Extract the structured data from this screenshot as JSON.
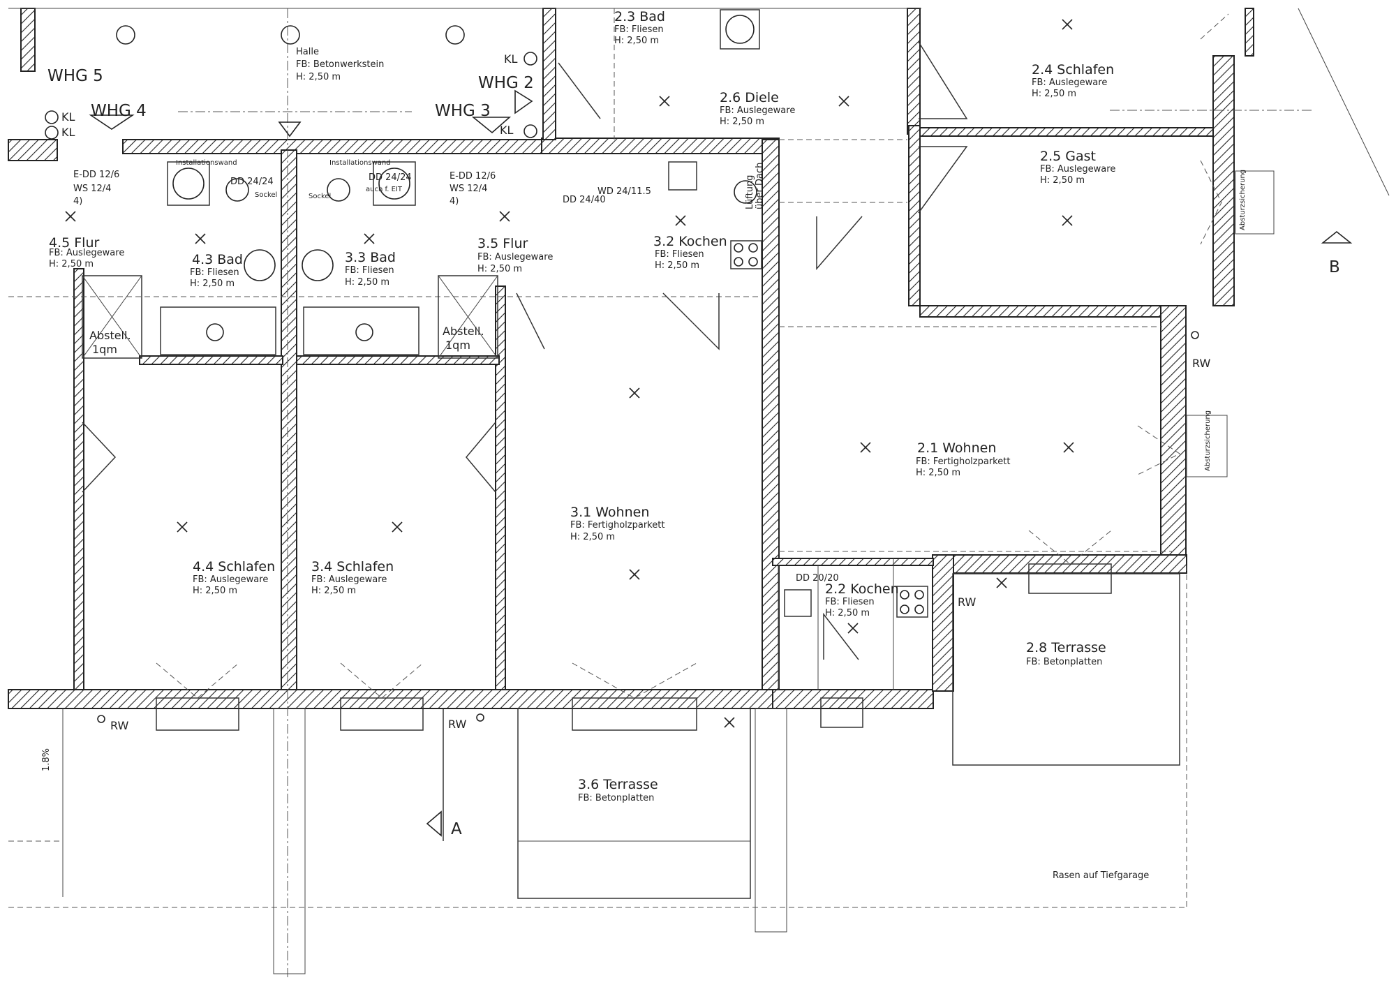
{
  "apartments": {
    "whg5": "WHG 5",
    "whg4": "WHG 4",
    "whg3": "WHG 3",
    "whg2": "WHG 2"
  },
  "rooms": {
    "halle": {
      "name": "Halle",
      "fb": "FB:  Betonwerkstein",
      "h": "H:   2,50 m"
    },
    "r23": {
      "name": "2.3 Bad",
      "fb": "FB: Fliesen",
      "h": "H:   2,50 m"
    },
    "r26": {
      "name": "2.6 Diele",
      "fb": "FB:  Auslegeware",
      "h": "H:    2,50 m"
    },
    "r24": {
      "name": "2.4 Schlafen",
      "fb": "FB:  Auslegeware",
      "h": "H:    2,50 m"
    },
    "r25": {
      "name": "2.5 Gast",
      "fb": "FB:  Auslegeware",
      "h": "H:    2,50 m"
    },
    "r45": {
      "name": "4.5 Flur",
      "fb": "FB:  Auslegeware",
      "h": "H:   2,50 m"
    },
    "r43": {
      "name": "4.3 Bad",
      "fb": "FB:  Fliesen",
      "h": "H:   2,50 m"
    },
    "r33": {
      "name": "3.3 Bad",
      "fb": "FB:  Fliesen",
      "h": "H:   2,50 m"
    },
    "r35": {
      "name": "3.5 Flur",
      "fb": "FB:  Auslegeware",
      "h": "H:   2,50 m"
    },
    "r32": {
      "name": "3.2 Kochen",
      "fb": "FB:  Fliesen",
      "h": "H:    2,50 m"
    },
    "r21": {
      "name": "2.1 Wohnen",
      "fb": "FB:  Fertigholzparkett",
      "h": "H:    2,50 m"
    },
    "r31": {
      "name": "3.1 Wohnen",
      "fb": "FB:  Fertigholzparkett",
      "h": "H:    2,50 m"
    },
    "r44": {
      "name": "4.4 Schlafen",
      "fb": "FB:  Auslegeware",
      "h": "H:    2,50 m"
    },
    "r34": {
      "name": "3.4 Schlafen",
      "fb": "FB:  Auslegeware",
      "h": "H:    2,50 m"
    },
    "r22": {
      "name": "2.2 Kochen",
      "fb": "FB:  Fliesen",
      "h": "H:    2,50 m"
    },
    "r28": {
      "name": "2.8 Terrasse",
      "fb": "FB:  Betonplatten"
    },
    "r36": {
      "name": "3.6 Terrasse",
      "fb": "FB:  Betonplatten"
    }
  },
  "storage": {
    "s1": "Abstell.",
    "s1b": "1qm",
    "s2": "Abstell.",
    "s2b": "1qm"
  },
  "notes": {
    "kl": "KL",
    "rw": "RW",
    "b": "B",
    "a": "A",
    "slope": "1.8%",
    "rasen": "Rasen auf Tiefgarage",
    "lueftung": "Lüftung",
    "ueberdach": "über Dach",
    "dd1": "E-DD 12/6",
    "ws1": "WS 12/4",
    "dd2": "DD 24/24",
    "dd3": "DD 24/24",
    "auch": "auch f. EIT",
    "dd4": "E-DD 12/6",
    "ws2": "WS 12/4",
    "dd5": "DD 24/40",
    "wd": "WD 24/11.5",
    "dd6": "DD 20/20",
    "sockel": "Sockel",
    "absturz": "Absturzsicherung",
    "install": "Installationswand",
    "four": "4)"
  }
}
